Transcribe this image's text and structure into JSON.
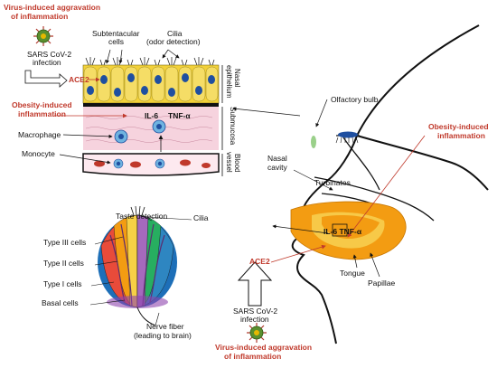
{
  "top_left": {
    "virus_title_line1": "Virus-induced aggravation",
    "virus_title_line2": "of inflammation",
    "sars_line1": "SARS CoV-2",
    "sars_line2": "infection",
    "ace2": "ACE2",
    "subtentacular_line1": "Subtentacular",
    "subtentacular_line2": "cells",
    "cilia_line1": "Cilia",
    "cilia_line2": "(odor detection)",
    "nasal_epithelium_line1": "Nasal",
    "nasal_epithelium_line2": "epithelium",
    "submucosa": "Submucosa",
    "blood_vessel_line1": "Blood",
    "blood_vessel_line2": "vessel",
    "obesity_line1": "Obesity-induced",
    "obesity_line2": "inflammation",
    "il6": "IL-6",
    "tnf": "TNF-α",
    "macrophage": "Macrophage",
    "monocyte": "Monocyte"
  },
  "head": {
    "olfactory_bulb": "Olfactory bulb",
    "obesity_line1": "Obesity-induced",
    "obesity_line2": "inflammation",
    "nasal_cavity_line1": "Nasal",
    "nasal_cavity_line2": "cavity",
    "turbinates": "Turbinates",
    "il6_tnf": "IL-6 TNF-α",
    "tongue": "Tongue",
    "papillae": "Papillae",
    "ace2": "ACE2"
  },
  "taste_bud": {
    "taste_detection": "Taste detection",
    "cilia": "Cilia",
    "type3": "Type III cells",
    "type2": "Type II cells",
    "type1": "Type I cells",
    "basal": "Basal cells",
    "nerve_line1": "Nerve fiber",
    "nerve_line2": "(leading to brain)"
  },
  "bottom": {
    "sars_line1": "SARS CoV-2",
    "sars_line2": "infection",
    "virus_title_line1": "Virus-induced aggravation",
    "virus_title_line2": "of inflammation"
  },
  "colors": {
    "accent_red": "#c0392b",
    "epithelium_yellow": "#f2d13a",
    "submucosa_pink": "#f6d3de",
    "orange_fill": "#f39c12",
    "virus_green": "#5a8f2e"
  }
}
